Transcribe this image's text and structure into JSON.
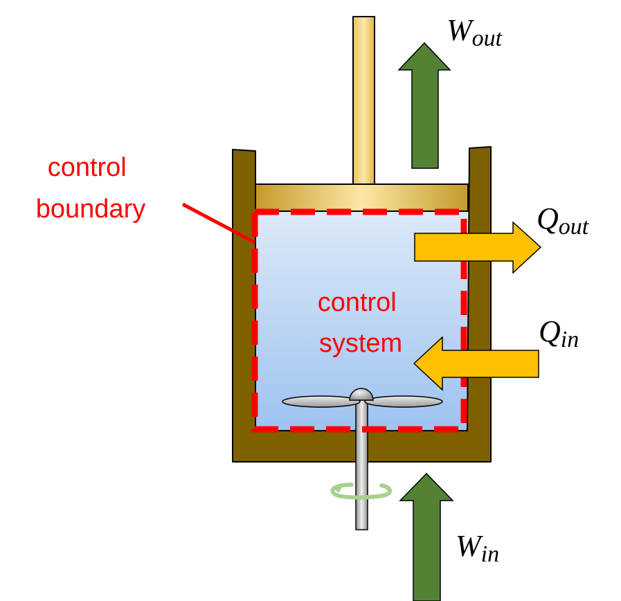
{
  "labels": {
    "control_boundary": [
      "control",
      "boundary"
    ],
    "control_system": [
      "control",
      "system"
    ],
    "w_out": {
      "main": "W",
      "sub": "out"
    },
    "q_out": {
      "main": "Q",
      "sub": "out"
    },
    "q_in": {
      "main": "Q",
      "sub": "in"
    },
    "w_in": {
      "main": "W",
      "sub": "in"
    }
  },
  "colors": {
    "cylinder_wall": "#7f6000",
    "boundary_dash": "#ff0000",
    "work_arrow": "#548235",
    "heat_arrow": "#ffc000",
    "rod": "#f4d58d",
    "gas_top": "#dfeaf8",
    "gas_bottom": "#9dc3f0",
    "paddle": "#c0c0c0"
  },
  "icons": {
    "rotation": "rotation-arrow-icon"
  }
}
